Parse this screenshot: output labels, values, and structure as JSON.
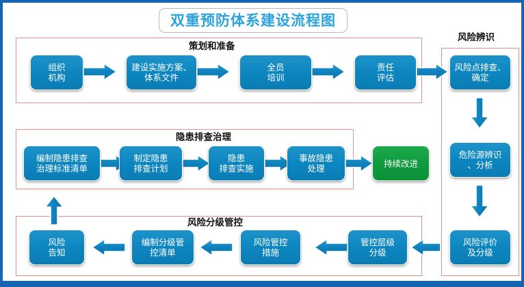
{
  "title": {
    "text": "双重预防体系建设流程图",
    "color": "#2aa3dd"
  },
  "colors": {
    "frame_border": "#f08a86",
    "outer_border": "#1565b5",
    "node_blue": "#0d86c0",
    "node_green": "#0f9b3f",
    "arrow_blue": "#1a86c4",
    "label_text": "#111111"
  },
  "sections": [
    {
      "id": "planning",
      "label": "策划和准备"
    },
    {
      "id": "hazard",
      "label": "隐患排查治理"
    },
    {
      "id": "risk-grade",
      "label": "风险分级管控"
    },
    {
      "id": "risk-ident",
      "label": "风险辨识"
    }
  ],
  "nodes": {
    "row_planning": [
      {
        "id": "n1",
        "lines": [
          "组织",
          "机构"
        ]
      },
      {
        "id": "n2",
        "lines": [
          "建设实施方案、",
          "体系文件"
        ]
      },
      {
        "id": "n3",
        "lines": [
          "全员",
          "培训"
        ]
      },
      {
        "id": "n4",
        "lines": [
          "责任",
          "评估"
        ]
      }
    ],
    "row_risk_ident": [
      {
        "id": "r1",
        "lines": [
          "风险点排查、",
          "确定"
        ]
      },
      {
        "id": "r2",
        "lines": [
          "危险源辨识",
          "、分析"
        ]
      },
      {
        "id": "r3",
        "lines": [
          "风险评价",
          "及分级"
        ]
      }
    ],
    "row_hazard": [
      {
        "id": "h1",
        "lines": [
          "编制隐患排查",
          "治理标准清单"
        ]
      },
      {
        "id": "h2",
        "lines": [
          "制定隐患",
          "排查计划"
        ]
      },
      {
        "id": "h3",
        "lines": [
          "隐患",
          "排查实施"
        ]
      },
      {
        "id": "h4",
        "lines": [
          "事故隐患",
          "处理"
        ]
      }
    ],
    "improvement": {
      "id": "g1",
      "lines": [
        "持续改进"
      ]
    },
    "row_risk_grade": [
      {
        "id": "g2",
        "lines": [
          "管控层级",
          "分级"
        ]
      },
      {
        "id": "g3",
        "lines": [
          "风险管控",
          "措施"
        ]
      },
      {
        "id": "g4",
        "lines": [
          "编制分级管",
          "控清单"
        ]
      },
      {
        "id": "g5",
        "lines": [
          "风险",
          "告知"
        ]
      }
    ]
  }
}
